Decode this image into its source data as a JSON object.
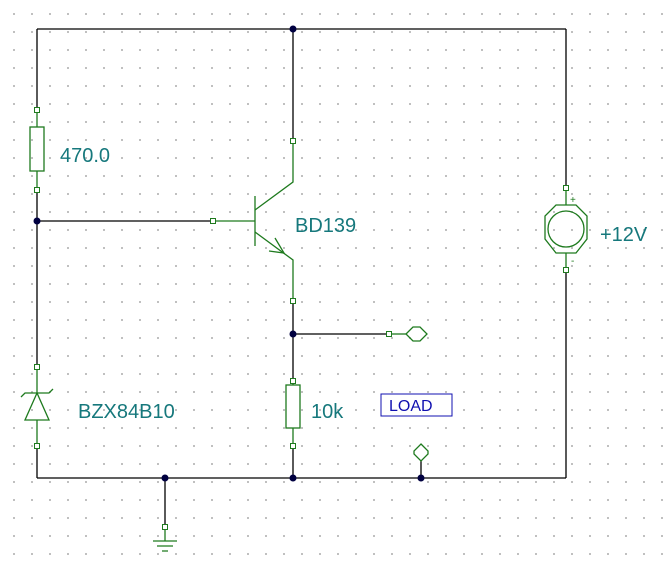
{
  "components": {
    "r1": {
      "value": "470.0"
    },
    "q1": {
      "model": "BD139"
    },
    "source": {
      "value": "+12V",
      "plus": "+",
      "minus": "-"
    },
    "zener": {
      "model": "BZX84B10"
    },
    "r2": {
      "value": "10k"
    }
  },
  "annotations": {
    "load_label": "LOAD"
  },
  "colors": {
    "wire": "#000000",
    "component": "#1e7a1e",
    "label": "#16787c",
    "load_label": "#1010b0",
    "grid_dot": "#b4b4b4"
  }
}
